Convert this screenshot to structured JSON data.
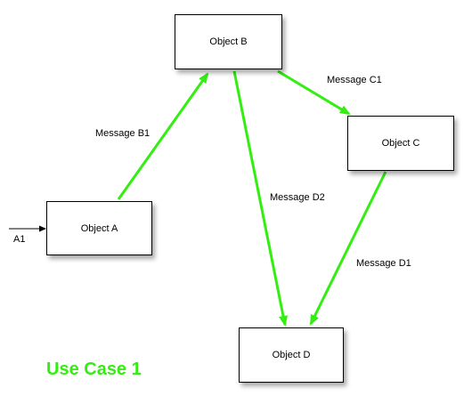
{
  "diagram": {
    "nodes": {
      "object_a": "Object A",
      "object_b": "Object B",
      "object_c": "Object C",
      "object_d": "Object D"
    },
    "entry_label": "A1",
    "messages": {
      "b1": "Message B1",
      "c1": "Message C1",
      "d1": "Message D1",
      "d2": "Message D2"
    },
    "caption": "Use Case 1"
  },
  "colors": {
    "message_arrow": "#33ee11",
    "caption": "#33ee11",
    "entry_arrow": "#000000",
    "node_border": "#000000"
  }
}
